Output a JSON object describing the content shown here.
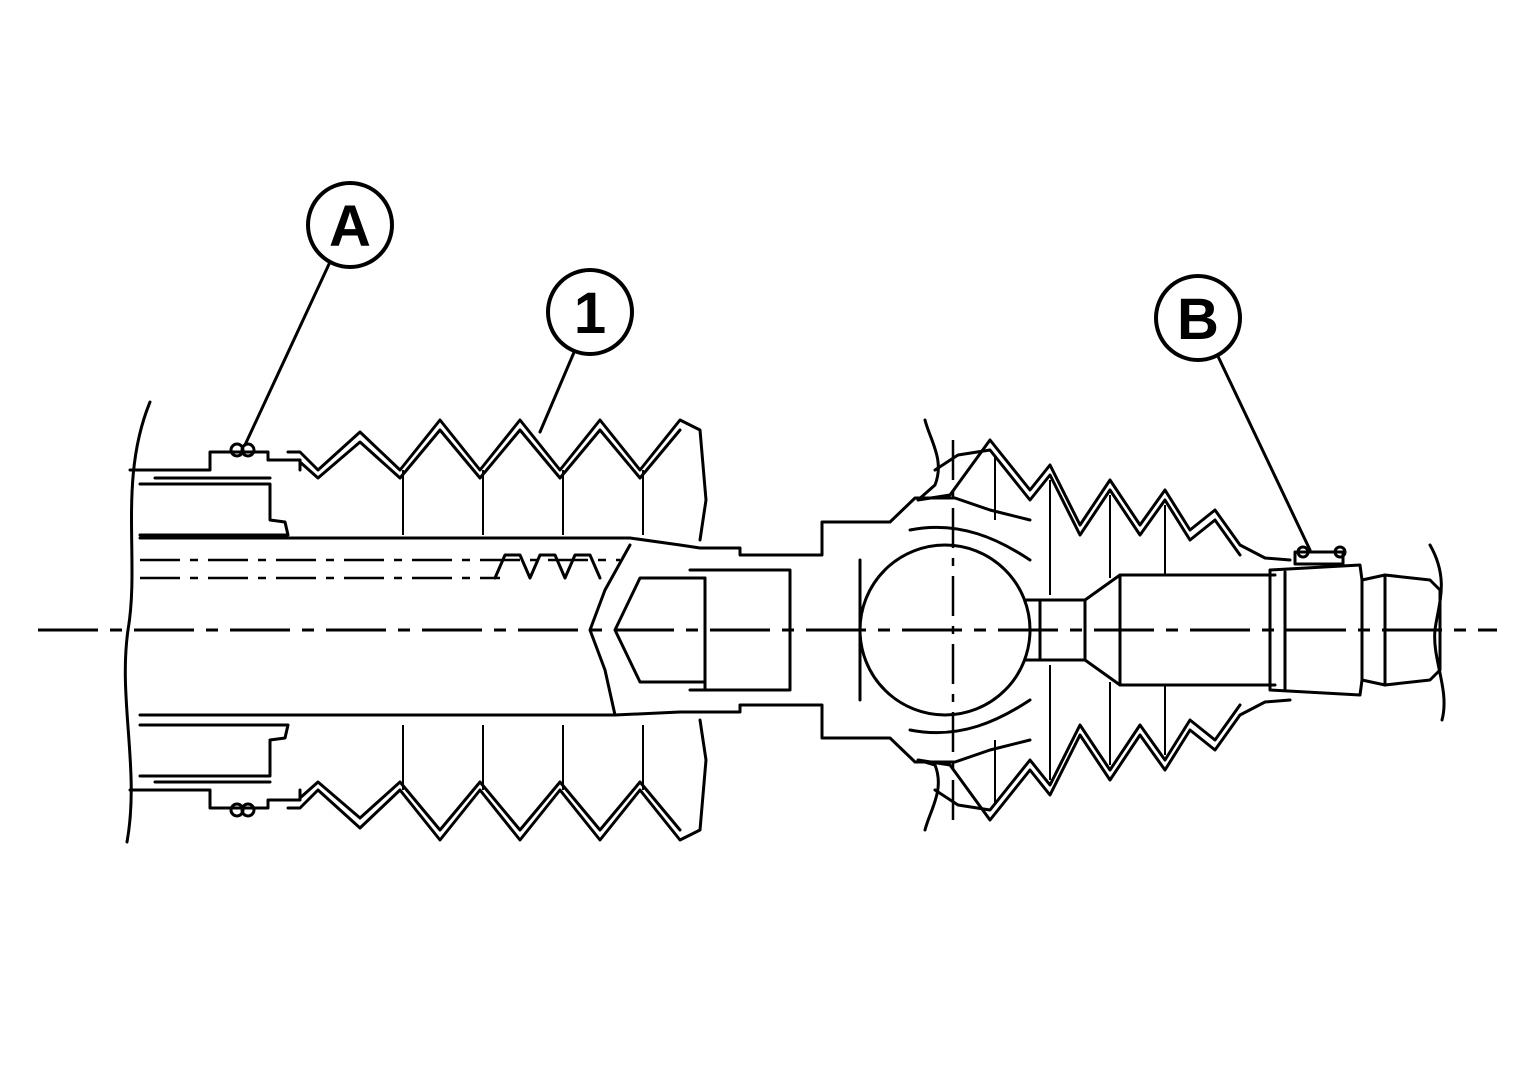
{
  "callouts": {
    "a": {
      "label": "A"
    },
    "one": {
      "label": "1"
    },
    "b": {
      "label": "B"
    }
  },
  "colors": {
    "line": "#000000",
    "background": "#ffffff"
  }
}
